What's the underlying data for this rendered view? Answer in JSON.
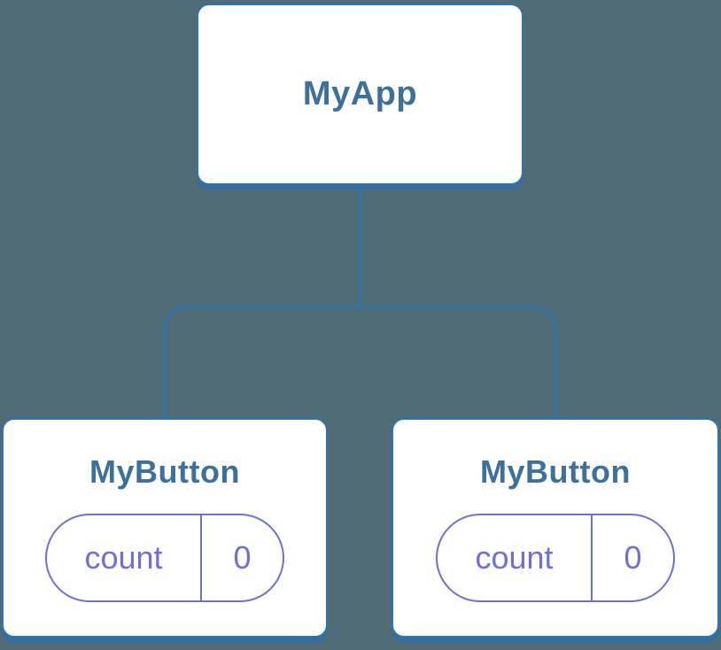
{
  "diagram": {
    "type": "component-tree",
    "colors": {
      "background": "#4E6B76",
      "line": "#2F74AB",
      "card_bg": "#FFFFFF",
      "card_border": "#2F74AB",
      "card_shadow": "#2D6FA6",
      "title_text": "#3B719E",
      "pill": "#6E6EDE"
    },
    "root": {
      "label": "MyApp"
    },
    "children": [
      {
        "label": "MyButton",
        "state": {
          "key": "count",
          "value": "0"
        }
      },
      {
        "label": "MyButton",
        "state": {
          "key": "count",
          "value": "0"
        }
      }
    ]
  }
}
